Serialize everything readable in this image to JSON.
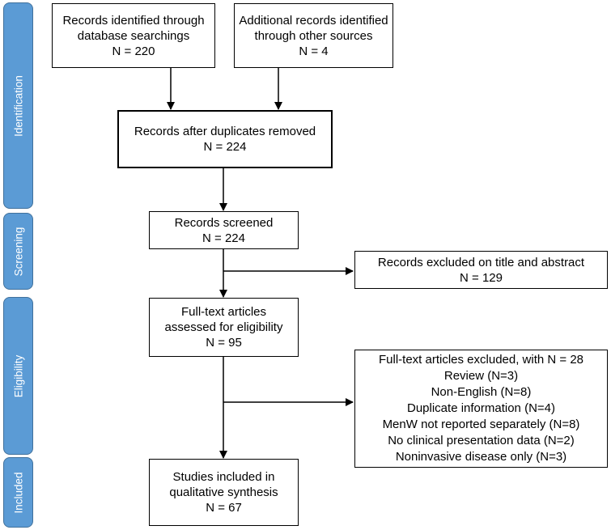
{
  "colors": {
    "phase_fill": "#5b9bd5",
    "phase_border": "#41719c",
    "box_border": "#000000",
    "line": "#000000"
  },
  "phases": [
    {
      "label": "Identification"
    },
    {
      "label": "Screening"
    },
    {
      "label": "Eligibility"
    },
    {
      "label": "Included"
    }
  ],
  "boxes": {
    "database": {
      "lines": [
        "Records identified through",
        "database searchings",
        "N = 220"
      ]
    },
    "other_sources": {
      "lines": [
        "Additional records identified",
        "through other sources",
        "N = 4"
      ]
    },
    "duplicates_removed": {
      "lines": [
        "Records after duplicates removed",
        "N = 224"
      ]
    },
    "screened": {
      "lines": [
        "Records screened",
        "N = 224"
      ]
    },
    "excluded_title": {
      "lines": [
        "Records excluded on title and abstract",
        "N = 129"
      ]
    },
    "full_text": {
      "lines": [
        "Full-text articles",
        "assessed for eligibility",
        "N = 95"
      ]
    },
    "excluded_full_text": {
      "lines": [
        "Full-text articles excluded, with N = 28",
        "Review (N=3)",
        "Non-English (N=8)",
        "Duplicate information (N=4)",
        "MenW not reported separately (N=8)",
        "No clinical presentation data (N=2)",
        "Noninvasive disease only (N=3)"
      ]
    },
    "included": {
      "lines": [
        "Studies included in",
        "qualitative synthesis",
        "N = 67"
      ]
    }
  }
}
